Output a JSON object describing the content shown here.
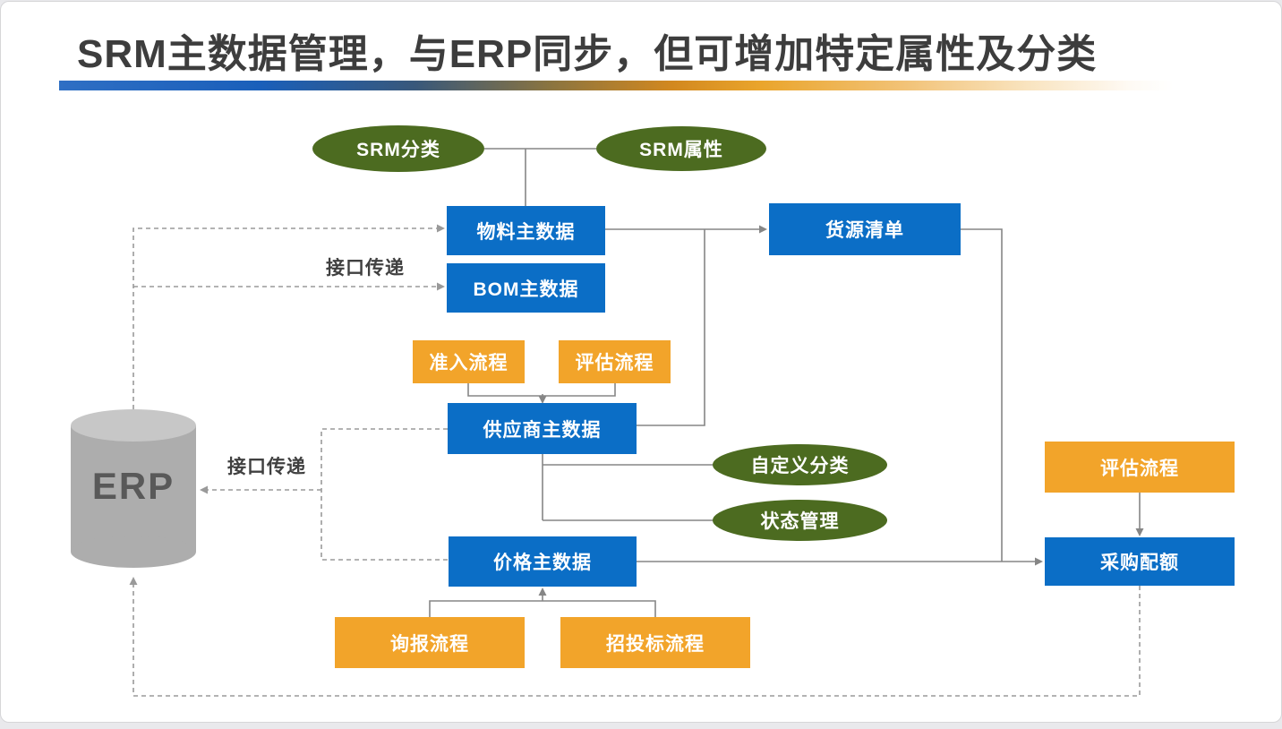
{
  "slide": {
    "title": "SRM主数据管理，与ERP同步，但可增加特定属性及分类"
  },
  "diagram": {
    "erp": {
      "label": "ERP"
    },
    "labels": {
      "interface_top": "接口传递",
      "interface_mid": "接口传递"
    },
    "nodes": {
      "srm_category": {
        "label": "SRM分类",
        "type": "green-ellipse"
      },
      "srm_attribute": {
        "label": "SRM属性",
        "type": "green-ellipse"
      },
      "material": {
        "label": "物料主数据",
        "type": "blue"
      },
      "bom": {
        "label": "BOM主数据",
        "type": "blue"
      },
      "source_list": {
        "label": "货源清单",
        "type": "blue"
      },
      "supplier": {
        "label": "供应商主数据",
        "type": "blue"
      },
      "price": {
        "label": "价格主数据",
        "type": "blue"
      },
      "purchase_quota": {
        "label": "采购配额",
        "type": "blue"
      },
      "admission": {
        "label": "准入流程",
        "type": "orange"
      },
      "evaluation": {
        "label": "评估流程",
        "type": "orange"
      },
      "evaluation_right": {
        "label": "评估流程",
        "type": "orange"
      },
      "inquiry": {
        "label": "询报流程",
        "type": "orange"
      },
      "bidding": {
        "label": "招投标流程",
        "type": "orange"
      },
      "custom_category": {
        "label": "自定义分类",
        "type": "green-ellipse"
      },
      "status_management": {
        "label": "状态管理",
        "type": "green-ellipse"
      }
    },
    "colors": {
      "node_blue": "#0b6ec6",
      "node_orange": "#f2a42a",
      "node_green": "#4c6b20",
      "cylinder_gray": "#adadad",
      "solid_line": "#868686",
      "dashed_line": "#9a9a9a",
      "title_text": "#3d3d3d",
      "underline_gradient_start": "#1a5fba",
      "underline_gradient_mid": "#eaa52c"
    }
  }
}
